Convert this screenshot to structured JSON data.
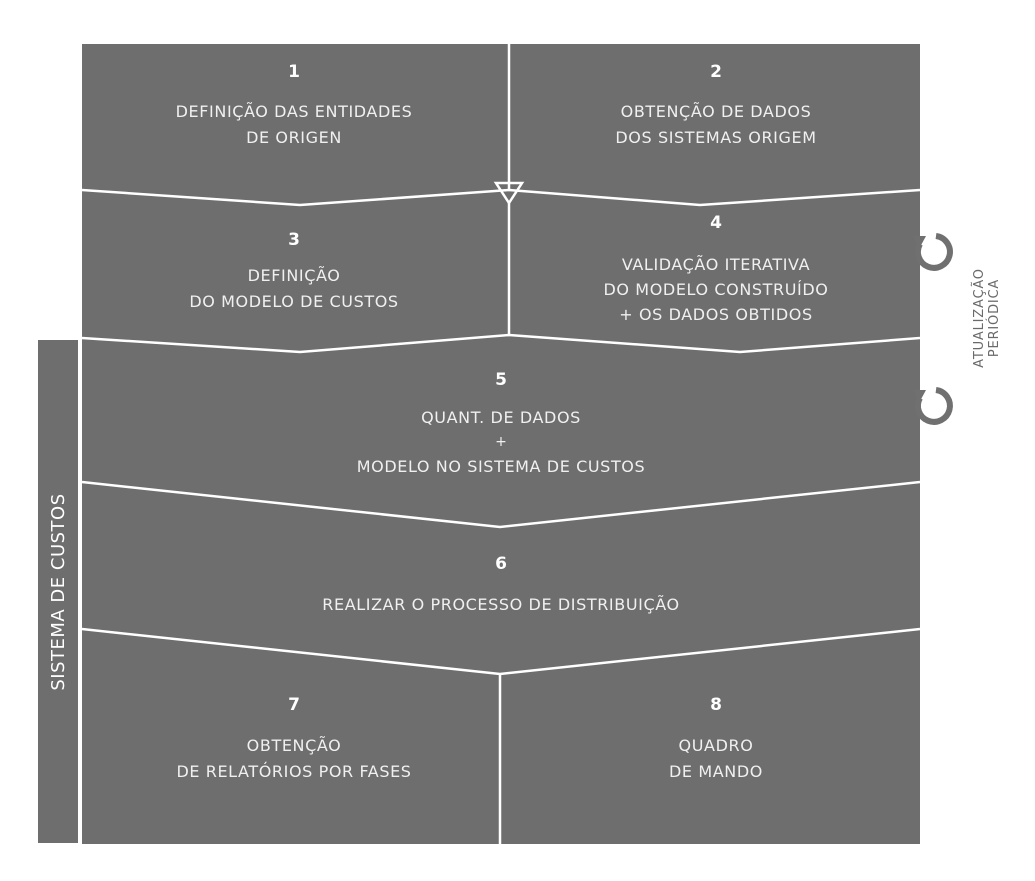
{
  "steps": [
    {
      "number": "1",
      "lines": [
        "DEFINIÇÃO DAS ENTIDADES",
        "DE ORIGEN"
      ]
    },
    {
      "number": "2",
      "lines": [
        "OBTENÇÃO DE DADOS",
        "DOS SISTEMAS ORIGEM"
      ]
    },
    {
      "number": "3",
      "lines": [
        "DEFINIÇÃO",
        "DO MODELO DE CUSTOS"
      ]
    },
    {
      "number": "4",
      "lines": [
        "VALIDAÇÃO ITERATIVA",
        "DO MODELO CONSTRUÍDO",
        "+ OS DADOS OBTIDOS"
      ]
    },
    {
      "number": "5",
      "lines": [
        "QUANT. DE DADOS",
        "+",
        "MODELO NO SISTEMA DE CUSTOS"
      ]
    },
    {
      "number": "6",
      "lines": [
        "REALIZAR O PROCESSO DE DISTRIBUIÇÃO"
      ]
    },
    {
      "number": "7",
      "lines": [
        "OBTENÇÃO",
        "DE RELATÓRIOS POR FASES"
      ]
    },
    {
      "number": "8",
      "lines": [
        "QUADRO",
        "DE MANDO"
      ]
    }
  ],
  "side_label": "SISTEMA DE CUSTOS",
  "update_note": [
    "ATUALIZAÇÃO",
    "PERIÓDICA"
  ],
  "colors": {
    "block": "#6e6e6e",
    "separator": "#ffffff",
    "text": "#f0f0f0",
    "cycle_icon": "#707070"
  }
}
